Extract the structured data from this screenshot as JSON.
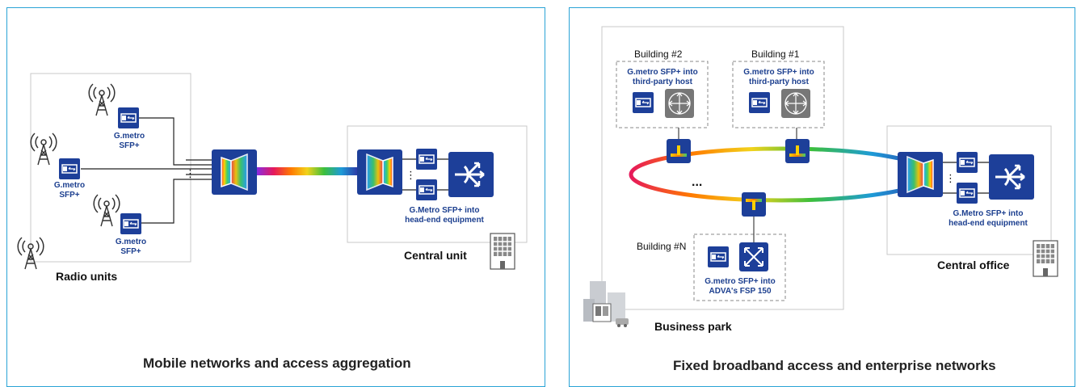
{
  "left_panel": {
    "caption": "Mobile networks and access aggregation",
    "radio_units_label": "Radio units",
    "sfp_label_1": "G.metro",
    "sfp_label_2": "SFP+",
    "central_unit_label": "Central unit",
    "headend_label_1": "G.Metro SFP+ into",
    "headend_label_2": "head-end equipment",
    "ellipsis": "⋮"
  },
  "right_panel": {
    "caption": "Fixed broadband access and enterprise networks",
    "building_2": "Building #2",
    "building_1": "Building #1",
    "building_n": "Building #N",
    "host_label_1": "G.metro SFP+ into",
    "host_label_2": "third-party host",
    "fsp_label_1": "G.metro SFP+ into",
    "fsp_label_2": "ADVA's FSP 150",
    "ring_ellipsis": "...",
    "central_office_label": "Central office",
    "headend_label_1": "G.Metro SFP+ into",
    "headend_label_2": "head-end equipment",
    "business_park_label": "Business park",
    "ellipsis": "⋮"
  },
  "colors": {
    "frame": "#2aa3d6",
    "device_blue": "#1d3f99",
    "label_blue": "#1c3f8f",
    "box_border": "#c8c8c8"
  }
}
